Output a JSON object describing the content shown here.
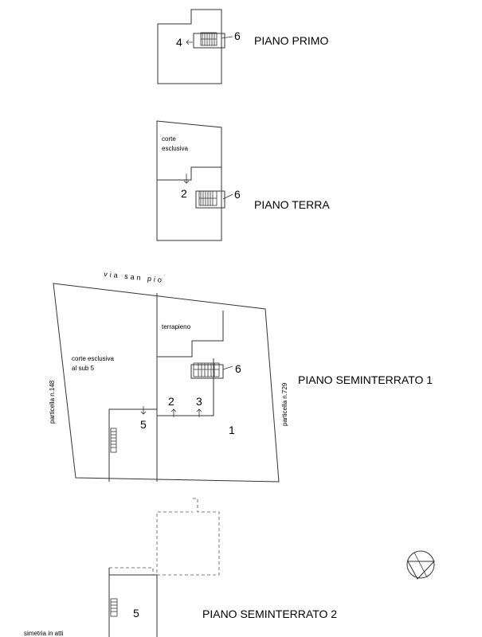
{
  "floors": {
    "primo": {
      "label": "PIANO PRIMO",
      "num_a": "4",
      "num_b": "6"
    },
    "terra": {
      "label": "PIANO TERRA",
      "num_a": "2",
      "num_b": "6",
      "corte_1": "corte",
      "corte_2": "esclusiva"
    },
    "seminterrato1": {
      "label": "PIANO SEMINTERRATO 1",
      "street": "via san pio",
      "terrapieno": "terrapieno",
      "corte_1": "corte esclusiva",
      "corte_2": "al sub 5",
      "parcel_left": "particella n.148",
      "parcel_right": "particella n.729",
      "n1": "1",
      "n2": "2",
      "n3": "3",
      "n5": "5",
      "n6": "6"
    },
    "seminterrato2": {
      "label": "PIANO SEMINTERRATO 2",
      "n5": "5"
    }
  },
  "footer_note": "simetria in atti"
}
